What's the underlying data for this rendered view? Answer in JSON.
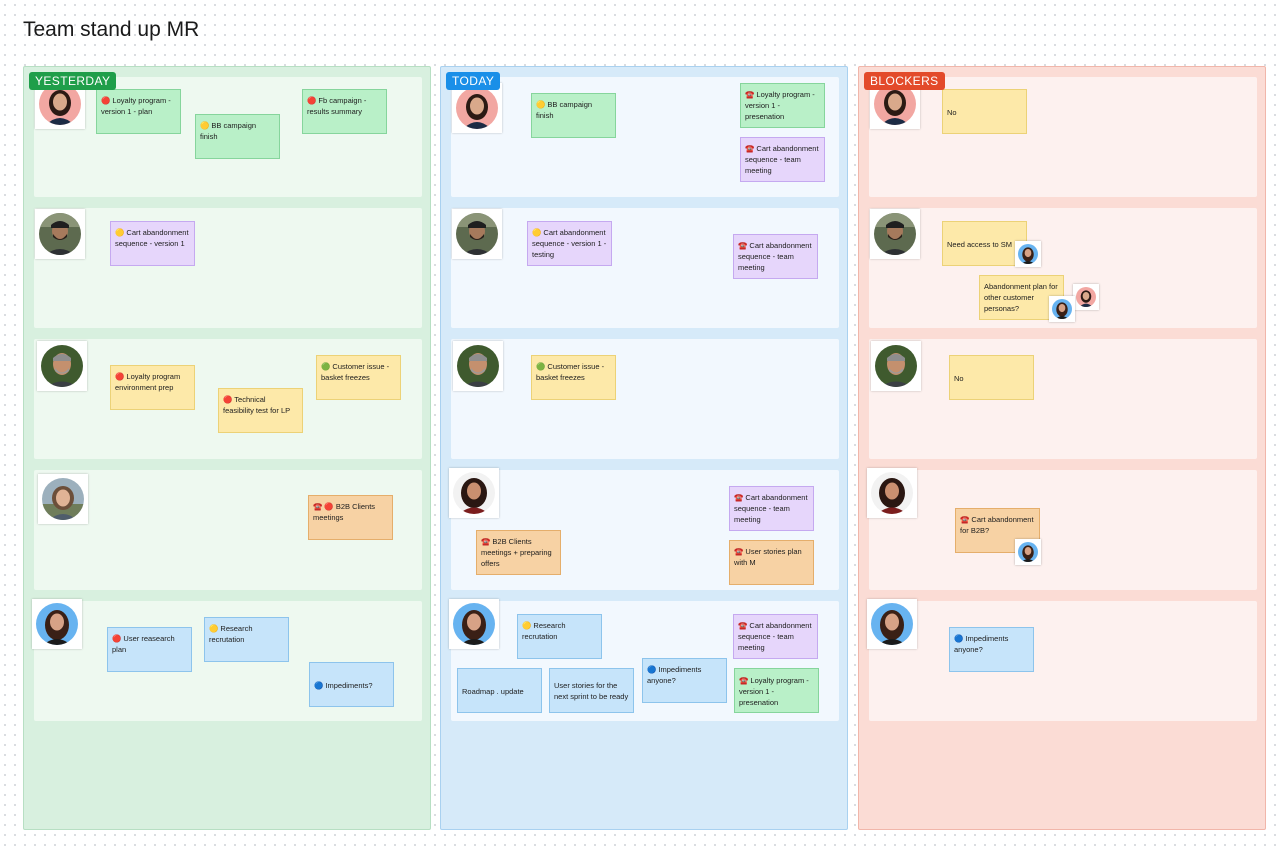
{
  "board": {
    "title": "Team stand up MR"
  },
  "columns": {
    "yesterday": {
      "label": "YESTERDAY"
    },
    "today": {
      "label": "TODAY"
    },
    "blockers": {
      "label": "BLOCKERS"
    }
  },
  "notes": {
    "y1a": "🔴 Loyalty program - version 1 - plan",
    "y1b": "🟡 BB campaign finish",
    "y1c": "🔴 Fb campaign - results summary",
    "y2a": "🟡 Cart abandonment sequence - version 1",
    "y3a": "🔴 Loyalty program environment prep",
    "y3b": "🔴 Technical feasibility test for LP",
    "y3c": "🟢 Customer issue - basket freezes",
    "y4a": "☎️ 🔴 B2B Clients meetings",
    "y5a": "🔴 User reasearch plan",
    "y5b": "🟡 Research recrutation",
    "y5c": "🔵 Impediments?",
    "t1a": "🟡 BB campaign finish",
    "t1b": "☎️ Loyalty program - version 1 - presenation",
    "t1c": "☎️ Cart abandonment sequence  - team meeting",
    "t2a": "🟡 Cart abandonment sequence - version 1 - testing",
    "t2b": "☎️ Cart abandonment sequence  - team meeting",
    "t3a": "🟢 Customer issue - basket freezes",
    "t4a": "☎️ Cart abandonment sequence  - team meeting",
    "t4b": "☎️ B2B Clients meetings + preparing offers",
    "t4c": "☎️ User stories plan with M",
    "t5a": "🟡 Research recrutation",
    "t5b": "☎️ Cart abandonment sequence  - team meeting",
    "t5c": "Roadmap . update",
    "t5d": "User stories for the next sprint to be ready",
    "t5e": "🔵 Impediments anyone?",
    "t5f": "☎️ Loyalty program - version 1 - presenation",
    "b1a": "No",
    "b2a": "Need access to SM",
    "b2b": "Abandonment plan for other customer personas?",
    "b3a": "No",
    "b4a": "☎️ Cart abandonment for B2B?",
    "b5a": "🔵 Impediments anyone?"
  },
  "colors": {
    "yesterday_accent": "#1f9e4a",
    "today_accent": "#1a8fe8",
    "blockers_accent": "#e34a2a",
    "sticky_green": "#b9f0c8",
    "sticky_purple": "#e6d6fb",
    "sticky_yellow": "#fde9a9",
    "sticky_orange": "#f7d2a4",
    "sticky_blue": "#c6e4fa"
  }
}
